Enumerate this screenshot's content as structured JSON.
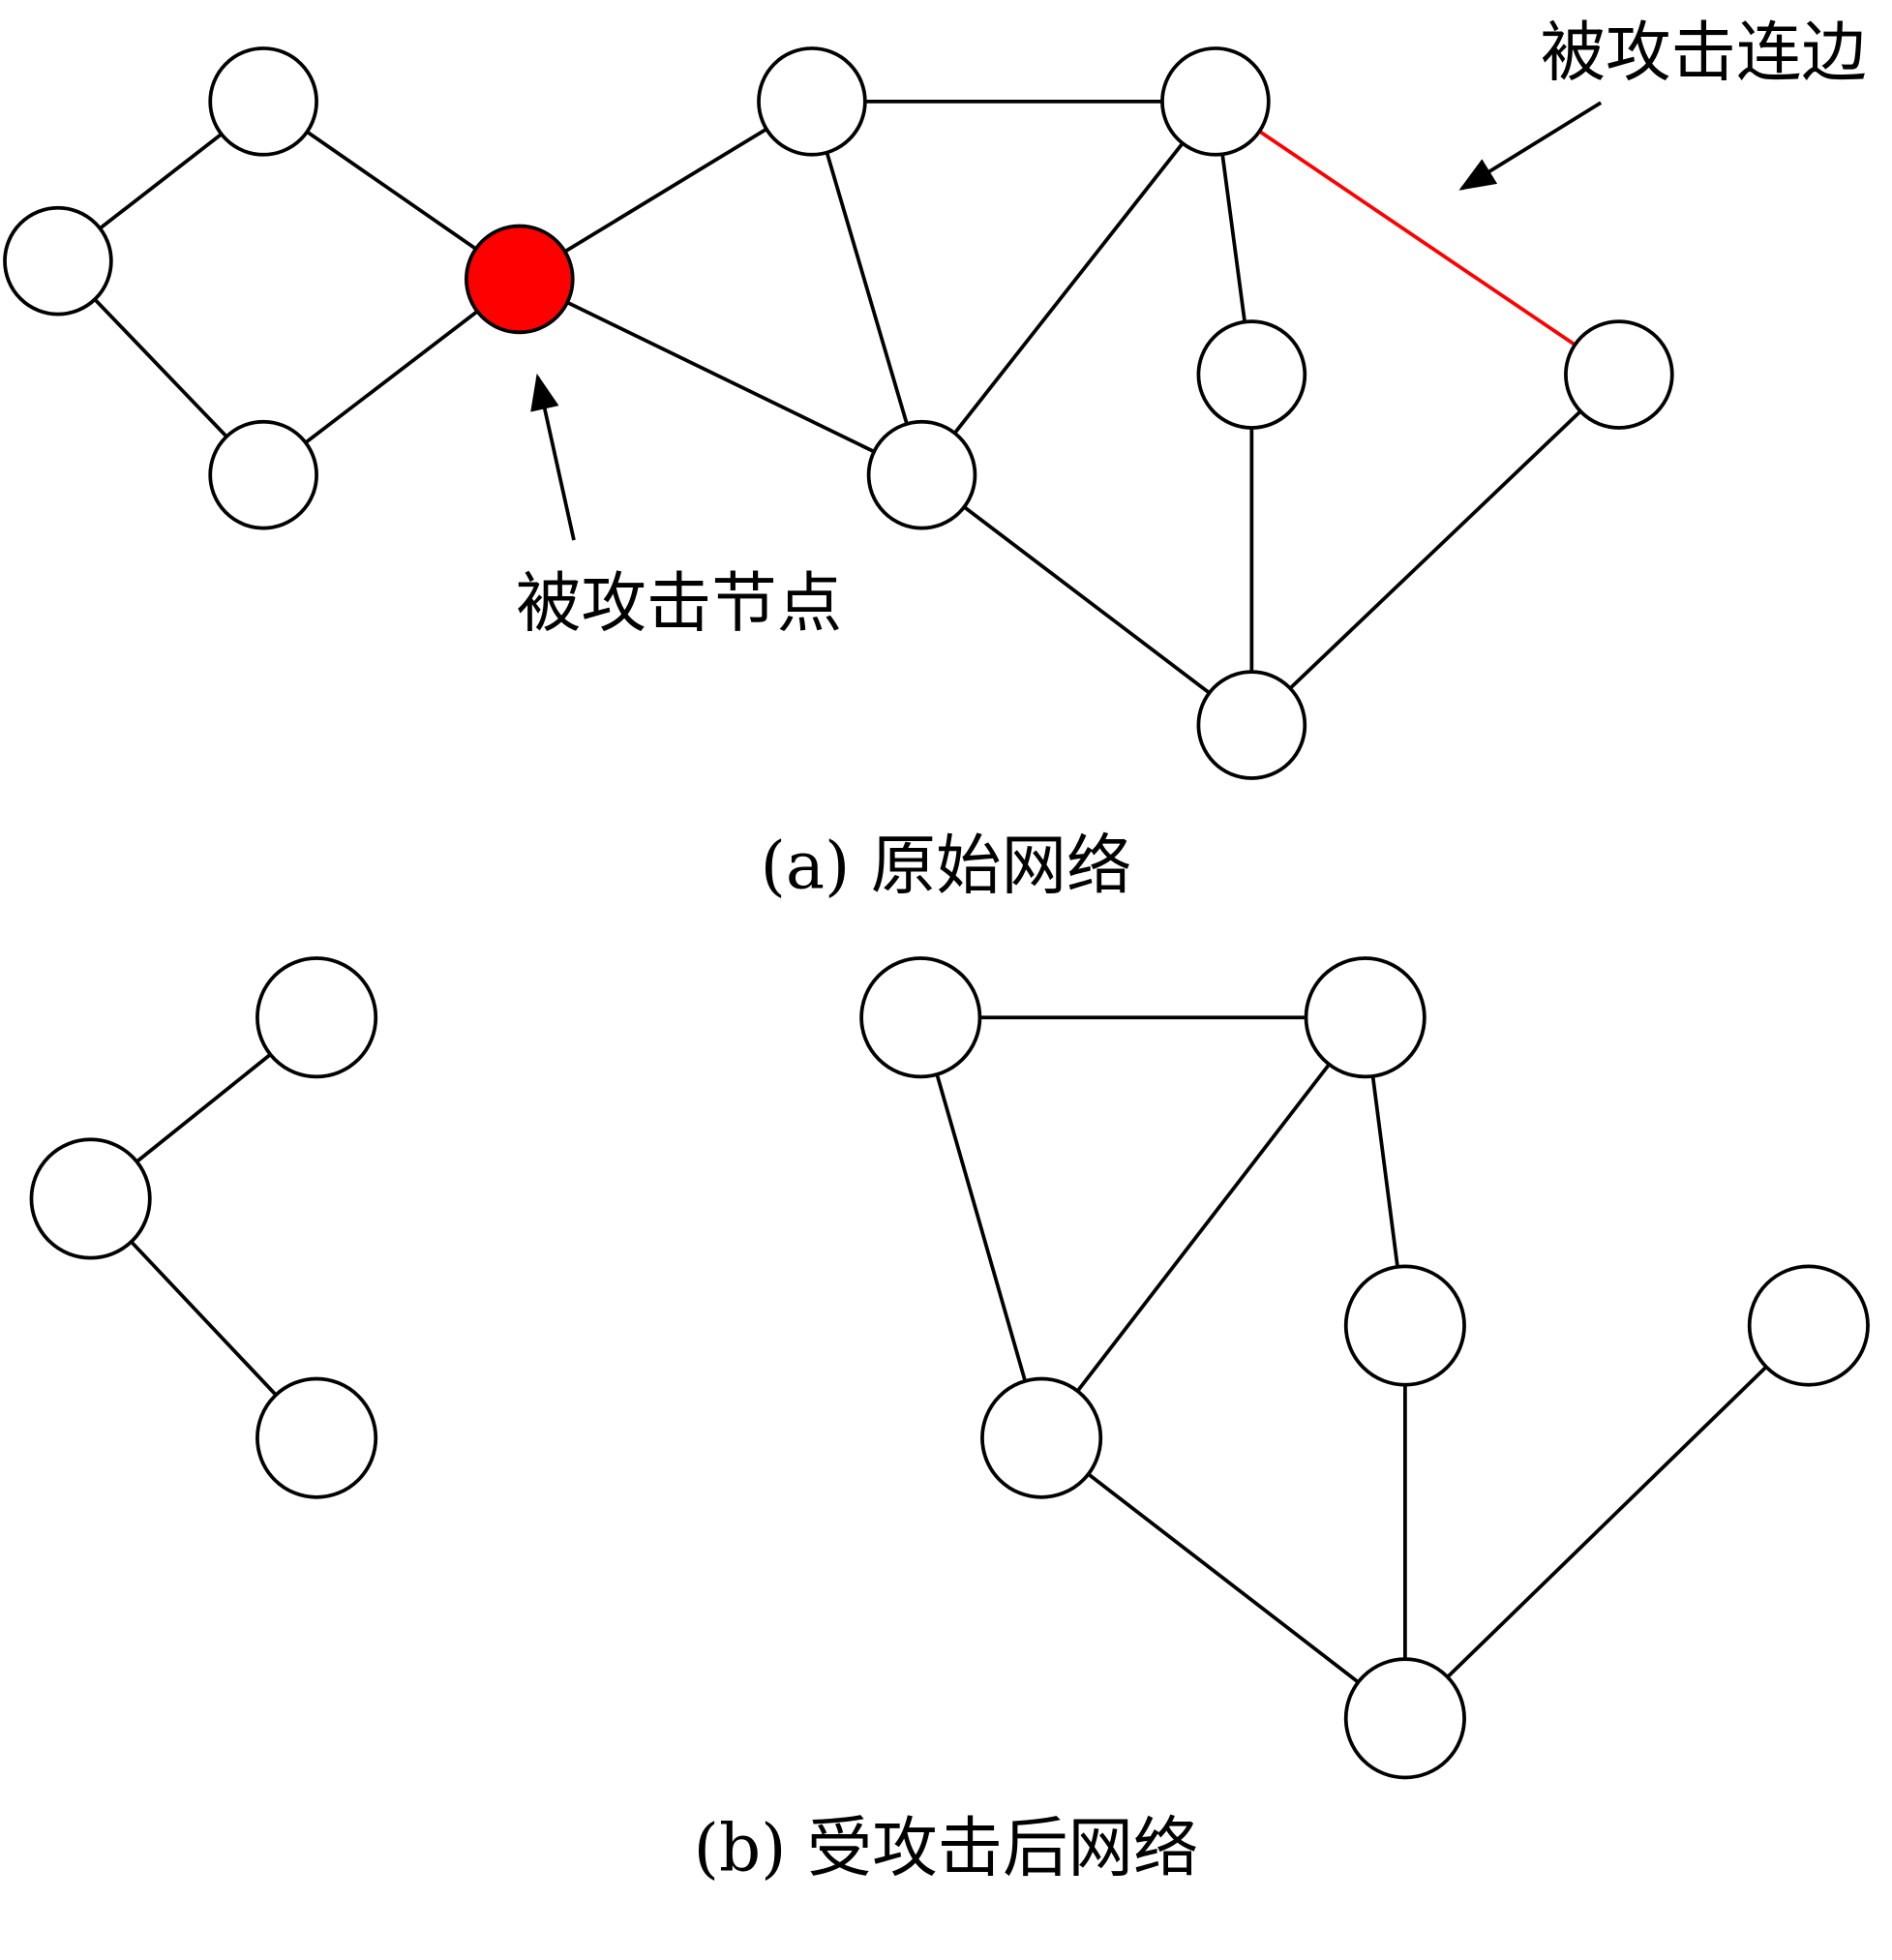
{
  "colors": {
    "attack": "#ff0000",
    "edge": "#000000",
    "node_fill": "#ffffff"
  },
  "panel_a": {
    "caption": "(a) 原始网络",
    "attacked_node_label": "被攻击节点",
    "attacked_edge_label": "被攻击连边",
    "nodes": [
      "A",
      "B",
      "C",
      "D",
      "E",
      "F",
      "G",
      "H",
      "I",
      "J"
    ],
    "attacked_node": "D",
    "edges": [
      [
        "A",
        "B"
      ],
      [
        "B",
        "C"
      ],
      [
        "A",
        "D"
      ],
      [
        "C",
        "D"
      ],
      [
        "D",
        "E"
      ],
      [
        "D",
        "G"
      ],
      [
        "E",
        "F"
      ],
      [
        "E",
        "G"
      ],
      [
        "F",
        "G"
      ],
      [
        "F",
        "H"
      ],
      [
        "F",
        "I"
      ],
      [
        "H",
        "J"
      ],
      [
        "G",
        "J"
      ],
      [
        "I",
        "J"
      ]
    ],
    "attacked_edge": [
      "F",
      "I"
    ]
  },
  "panel_b": {
    "caption": "(b) 受攻击后网络",
    "nodes": [
      "a",
      "b",
      "c",
      "d",
      "e",
      "f",
      "g",
      "h",
      "i"
    ],
    "edges": [
      [
        "a",
        "b"
      ],
      [
        "b",
        "c"
      ],
      [
        "d",
        "e"
      ],
      [
        "d",
        "f"
      ],
      [
        "e",
        "f"
      ],
      [
        "e",
        "g"
      ],
      [
        "g",
        "i"
      ],
      [
        "f",
        "i"
      ],
      [
        "h",
        "i"
      ]
    ]
  }
}
